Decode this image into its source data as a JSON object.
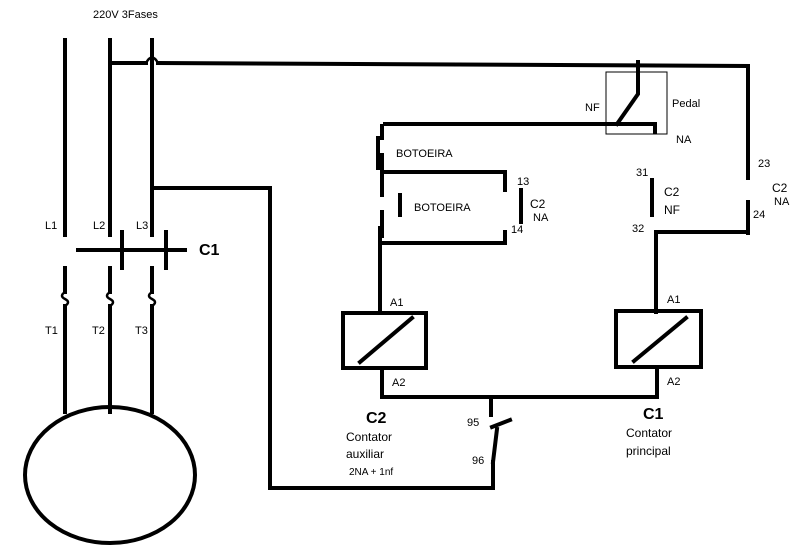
{
  "supply": {
    "title": "220V 3Fases"
  },
  "motor_contactor": {
    "name": "C1",
    "line_labels": [
      "L1",
      "L2",
      "L3"
    ],
    "terminal_labels": [
      "T1",
      "T2",
      "T3"
    ]
  },
  "pedal": {
    "label": "Pedal",
    "nf": "NF",
    "na": "NA"
  },
  "buttons": {
    "top": "BOTOEIRA",
    "bottom": "BOTOEIRA"
  },
  "c2_na_contact": {
    "t13": "13",
    "t14": "14",
    "name": "C2",
    "type": "NA"
  },
  "c2_nf_contact": {
    "t31": "31",
    "t32": "32",
    "name": "C2",
    "type": "NF"
  },
  "c2_na_right": {
    "t23": "23",
    "t24": "24",
    "name": "C2",
    "type": "NA"
  },
  "coil_c2": {
    "a1": "A1",
    "a2": "A2",
    "name": "C2",
    "desc1": "Contator",
    "desc2": "auxiliar",
    "desc3": "2NA + 1nf"
  },
  "coil_c1": {
    "a1": "A1",
    "a2": "A2",
    "name": "C1",
    "desc1": "Contator",
    "desc2": "principal"
  },
  "overload": {
    "t95": "95",
    "t96": "96"
  }
}
